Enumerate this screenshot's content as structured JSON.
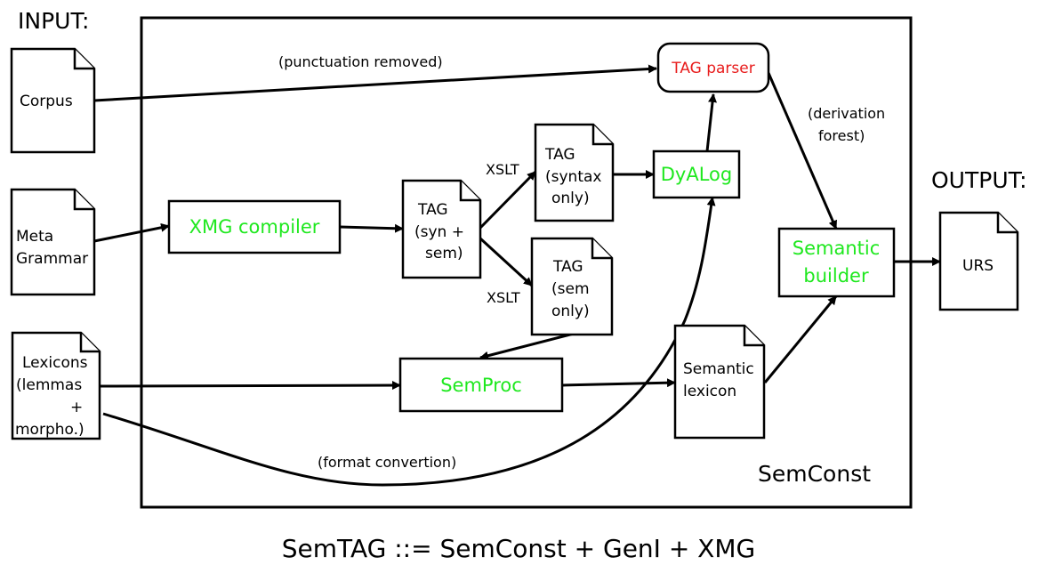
{
  "labels": {
    "input": "INPUT:",
    "output": "OUTPUT:",
    "container": "SemConst",
    "caption": "SemTAG ::= SemConst + GenI + XMG"
  },
  "documents": {
    "corpus": [
      "Corpus"
    ],
    "meta_grammar": [
      "Meta",
      "Grammar"
    ],
    "lexicons": [
      "Lexicons",
      "(lemmas",
      "+",
      "morpho.)"
    ],
    "tag_syn_sem": [
      "TAG",
      "(syn +",
      "sem)"
    ],
    "tag_syntax": [
      "TAG",
      "(syntax",
      "only)"
    ],
    "tag_sem": [
      "TAG",
      "(sem",
      "only)"
    ],
    "semantic_lexicon": [
      "Semantic",
      "lexicon"
    ],
    "urs": [
      "URS"
    ]
  },
  "processes": {
    "xmg_compiler": [
      "XMG compiler"
    ],
    "dyalog": [
      "DyALog"
    ],
    "tag_parser": [
      "TAG parser"
    ],
    "semproc": [
      "SemProc"
    ],
    "semantic_builder": [
      "Semantic",
      "builder"
    ]
  },
  "edge_labels": {
    "punctuation": "(punctuation removed)",
    "derivation": [
      "(derivation",
      "forest)"
    ],
    "xslt_top": "XSLT",
    "xslt_bottom": "XSLT",
    "format": "(format convertion)"
  },
  "colors": {
    "process_text": "#1fe81f",
    "parser_text": "#e81c1c",
    "stroke": "#000000"
  }
}
